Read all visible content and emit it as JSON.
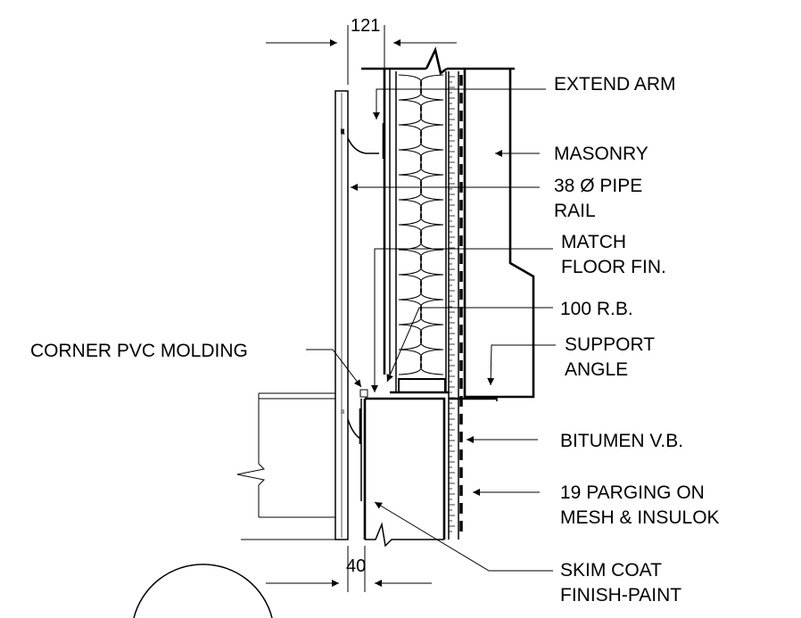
{
  "dimensions": {
    "top": "121",
    "bottom": "40"
  },
  "labels": {
    "extend_arm": "EXTEND ARM",
    "masonry": "MASONRY",
    "pipe_rail_1": "38 Ø PIPE",
    "pipe_rail_2": "RAIL",
    "match_floor_1": "MATCH",
    "match_floor_2": "FLOOR FIN.",
    "rb": "100 R.B.",
    "corner_molding": "CORNER PVC MOLDING",
    "support_angle_1": "SUPPORT",
    "support_angle_2": "ANGLE",
    "bitumen": "BITUMEN V.B.",
    "parging_1": "19 PARGING ON",
    "parging_2": "MESH & INSULOK",
    "skim_coat_1": "SKIM COAT",
    "skim_coat_2": "FINISH-PAINT"
  }
}
